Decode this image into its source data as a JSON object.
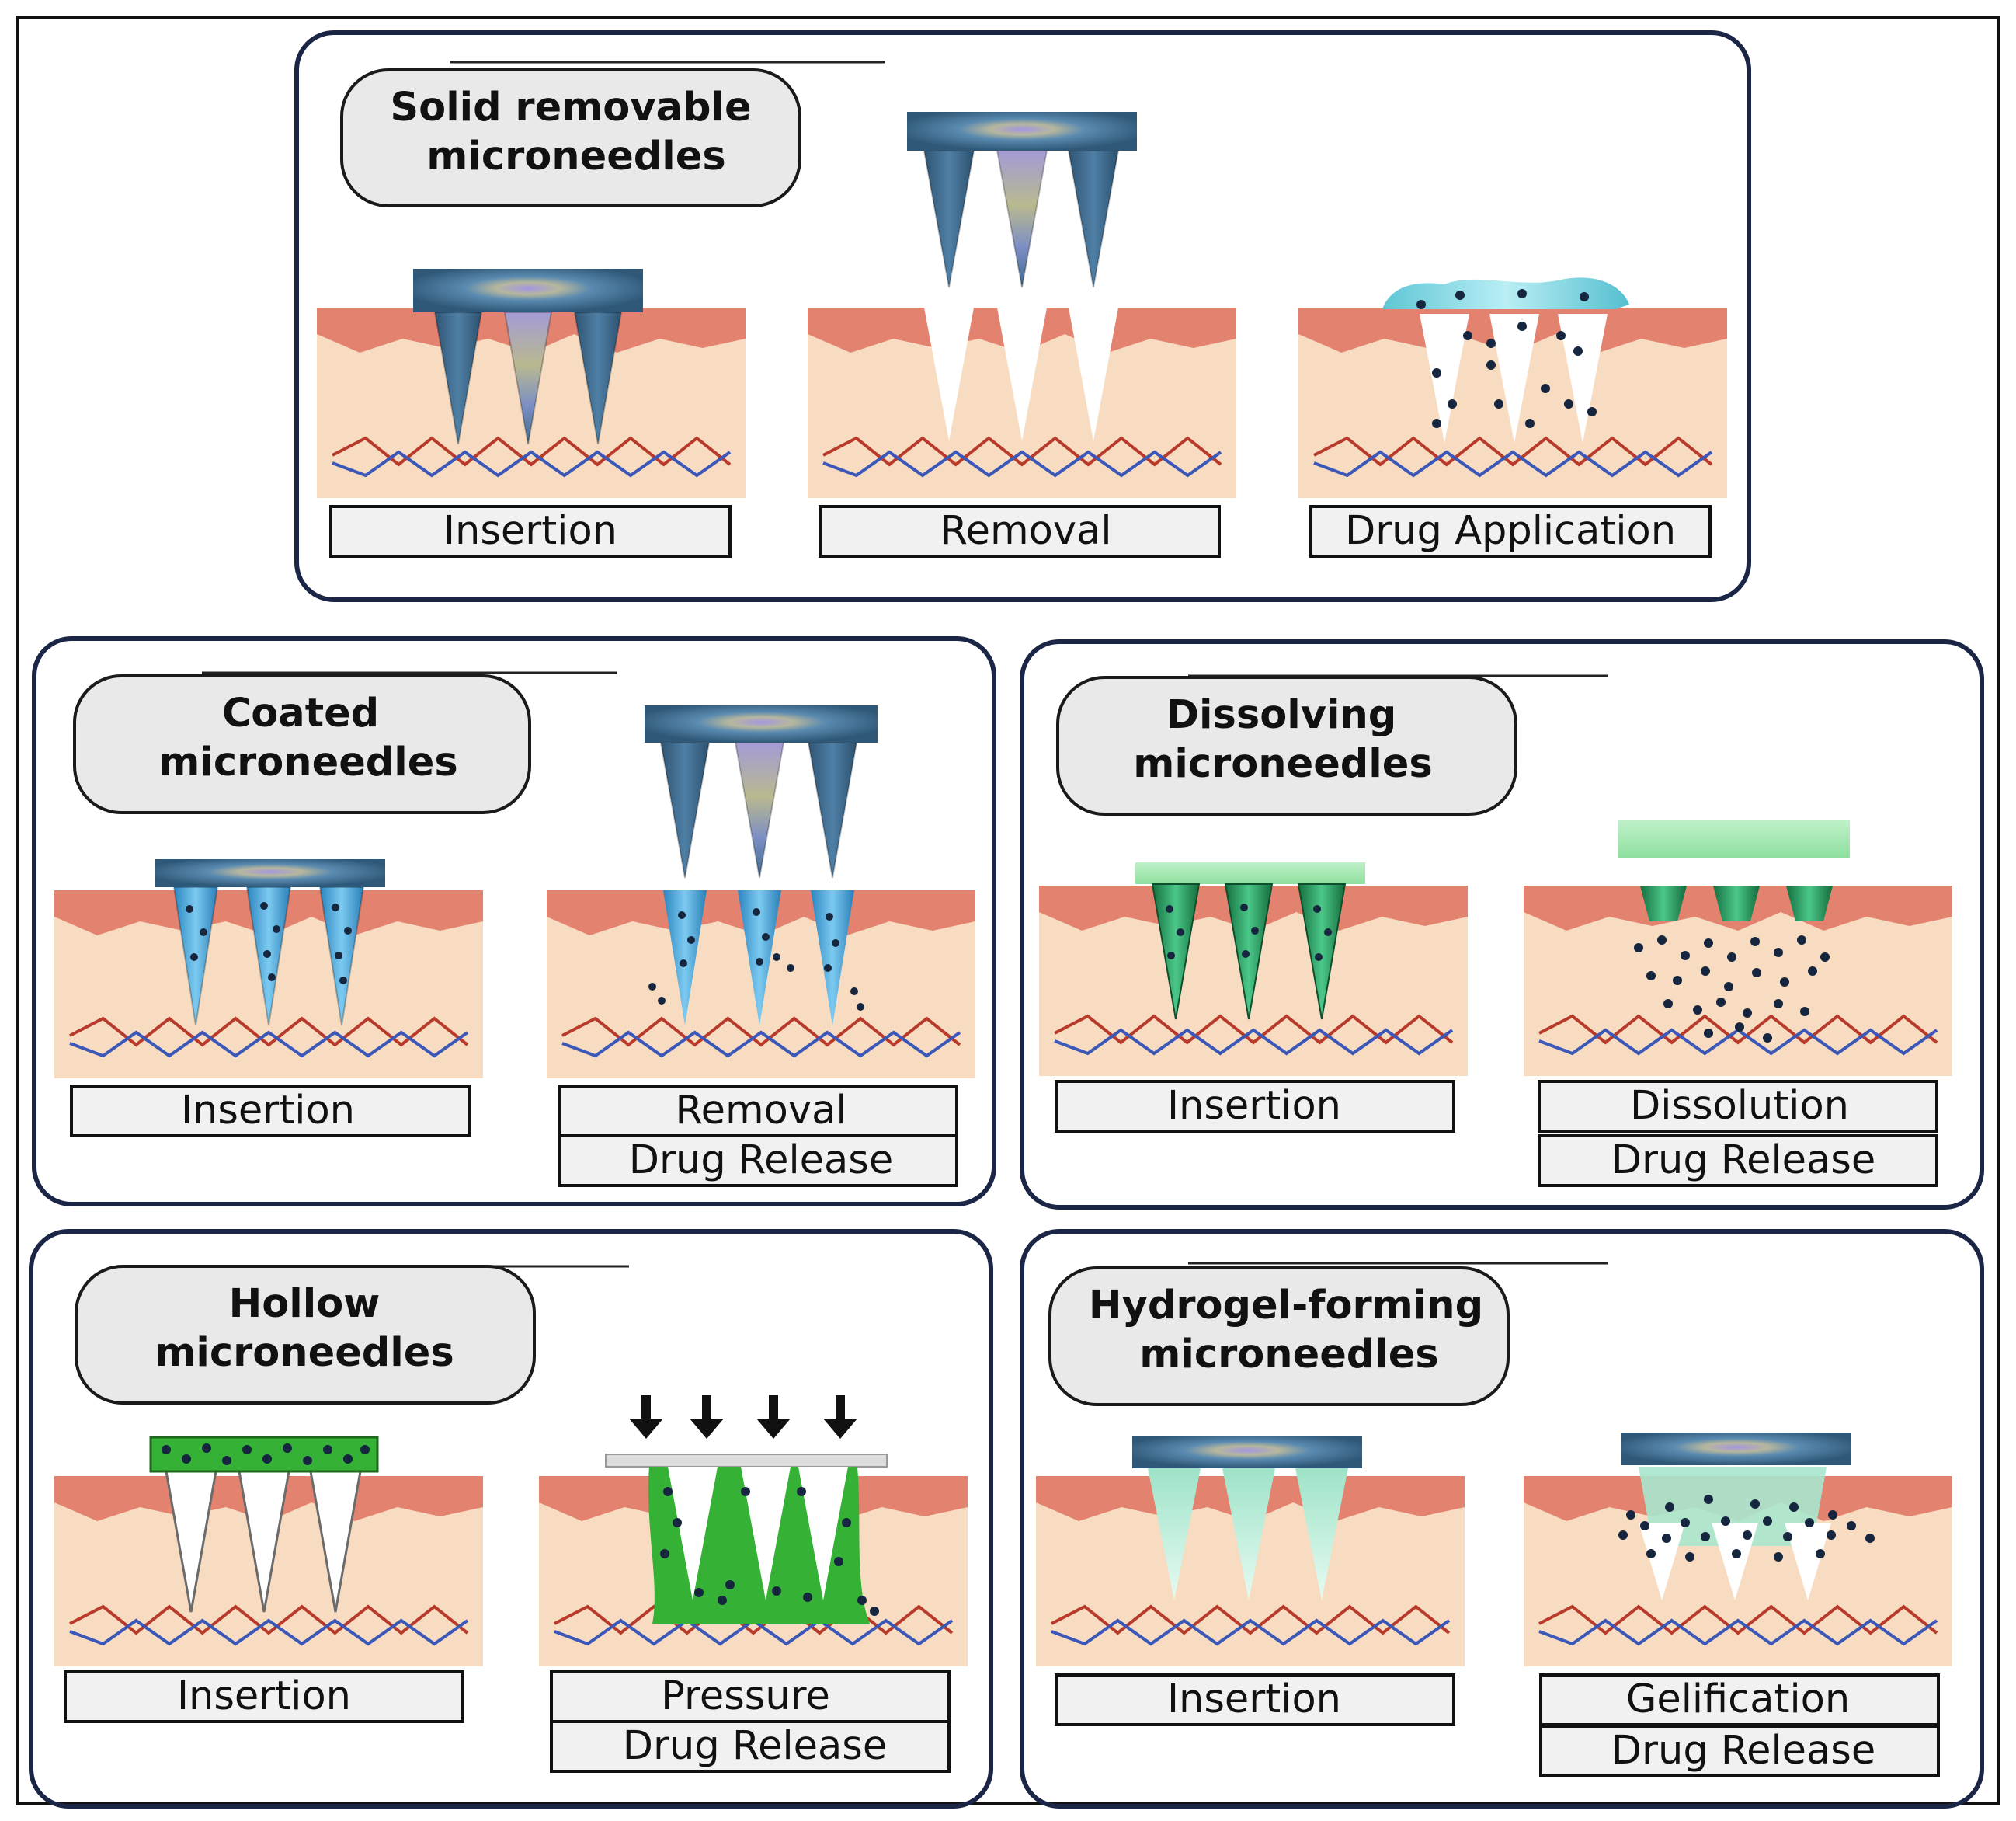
{
  "panels": {
    "solid": {
      "title_line1": "Solid removable",
      "title_line2": "microneedles",
      "steps": [
        "Insertion",
        "Removal",
        "Drug Application"
      ]
    },
    "coated": {
      "title_line1": "Coated",
      "title_line2": "microneedles",
      "steps": [
        "Insertion",
        "Removal",
        "Drug Release"
      ]
    },
    "dissolving": {
      "title_line1": "Dissolving",
      "title_line2": "microneedles",
      "steps": [
        "Insertion",
        "Dissolution",
        "Drug Release"
      ]
    },
    "hollow": {
      "title_line1": "Hollow",
      "title_line2": "microneedles",
      "steps": [
        "Insertion",
        "Pressure",
        "Drug Release"
      ]
    },
    "hydrogel": {
      "title_line1": "Hydrogel-forming",
      "title_line2": "microneedles",
      "steps": [
        "Insertion",
        "Gelification",
        "Drug Release"
      ]
    }
  },
  "colors": {
    "skin_top": "#e2826f",
    "skin_body": "#f7dcc2",
    "needle_blue": "#3d6a8e",
    "coated_blue": "#4aa6d8",
    "dissolving_green": "#2a9a5e",
    "hollow_green": "#35b235",
    "hydrogel_mint": "#9fe0c6",
    "panel_border": "#1b2545",
    "drug_dot": "#16263f"
  }
}
